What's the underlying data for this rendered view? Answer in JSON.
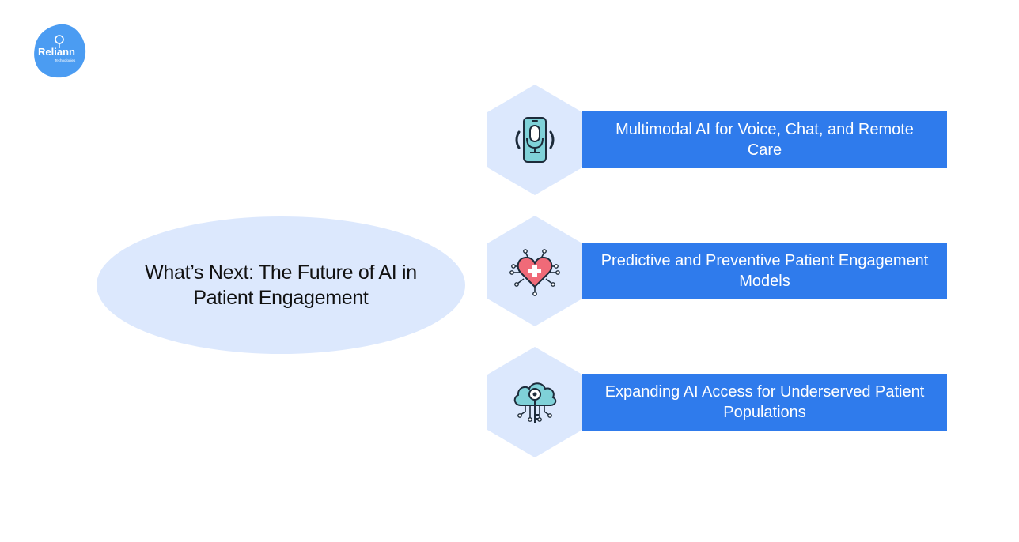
{
  "logo": {
    "brand": "Reliann",
    "tagline": "Technologies",
    "color": "#4b9cf2"
  },
  "center": {
    "title": "What’s Next: The Future of AI in Patient Engagement"
  },
  "items": [
    {
      "label": "Multimodal AI for Voice, Chat, and Remote Care",
      "icon": "smartphone-microphone-icon"
    },
    {
      "label": "Predictive and Preventive Patient Engagement Models",
      "icon": "heart-circuit-icon"
    },
    {
      "label": "Expanding AI Access for Underserved Patient Populations",
      "icon": "cloud-key-icon"
    }
  ],
  "colors": {
    "bar": "#2f7bec",
    "hexagon": "#dce8fd",
    "oval": "#dce8fd"
  }
}
